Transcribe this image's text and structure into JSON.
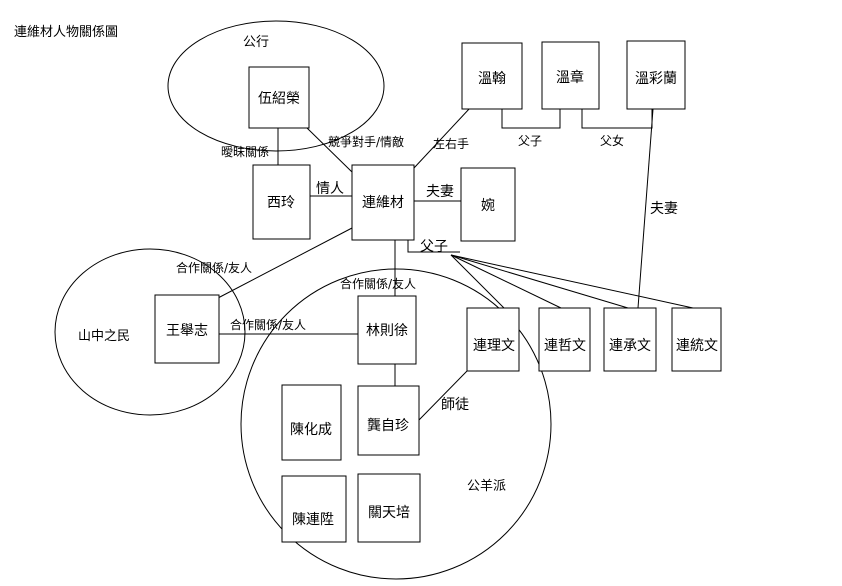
{
  "title": "連維材人物關係圖",
  "groups": {
    "gongxing": "公行",
    "shanzhong": "山中之民",
    "gongyang": "公羊派"
  },
  "nodes": {
    "wu": "伍紹榮",
    "xiling": "西玲",
    "lian": "連維材",
    "wan": "婉",
    "wenhan": "溫翰",
    "wenzhang": "溫章",
    "wencailan": "溫彩蘭",
    "wangjuzhi": "王舉志",
    "linzexu": "林則徐",
    "gongzizhen": "龔自珍",
    "chenhuacheng": "陳化成",
    "chenlianseng": "陳連陞",
    "guantianpei": "關天培",
    "lianliwen": "連理文",
    "lianzhewen": "連哲文",
    "lianchengwen": "連承文",
    "liantongwen": "連統文"
  },
  "edges": {
    "ambiguous": "曖昧關係",
    "rival": "競爭對手/情敵",
    "lover": "情人",
    "spouse1": "夫妻",
    "righthand": "左右手",
    "fatherson1": "父子",
    "fatherdaughter": "父女",
    "spouse2": "夫妻",
    "fatherson2": "父子",
    "coop1": "合作關係/友人",
    "coop2": "合作關係/友人",
    "coop3": "合作關係/友人",
    "mentor": "師徒"
  }
}
